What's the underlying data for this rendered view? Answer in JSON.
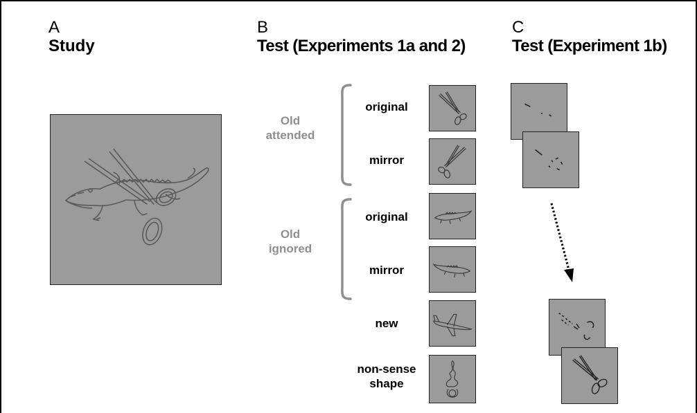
{
  "panels": {
    "a": {
      "letter": "A",
      "title": "Study",
      "image": "alligator-scissors-overlap"
    },
    "b": {
      "letter": "B",
      "title": "Test (Experiments 1a and 2)",
      "groups": [
        {
          "label_line1": "Old",
          "label_line2": "attended"
        },
        {
          "label_line1": "Old",
          "label_line2": "ignored"
        }
      ],
      "rows": [
        {
          "label_line1": "original",
          "label_line2": "",
          "image": "scissors"
        },
        {
          "label_line1": "mirror",
          "label_line2": "",
          "image": "scissors-mirror"
        },
        {
          "label_line1": "original",
          "label_line2": "",
          "image": "alligator"
        },
        {
          "label_line1": "mirror",
          "label_line2": "",
          "image": "alligator-mirror"
        },
        {
          "label_line1": "new",
          "label_line2": "",
          "image": "airplane"
        },
        {
          "label_line1": "non-sense",
          "label_line2": "shape",
          "image": "nonsense-shape"
        }
      ]
    },
    "c": {
      "letter": "C",
      "title": "Test (Experiment 1b)",
      "images": [
        "scissors-fragments-sparse",
        "scissors-fragments-more",
        "scissors-fragments-dense",
        "scissors"
      ]
    }
  },
  "colors": {
    "image_bg": "#9b9b9b",
    "group_label": "#8f8f8f",
    "line": "#222222"
  }
}
